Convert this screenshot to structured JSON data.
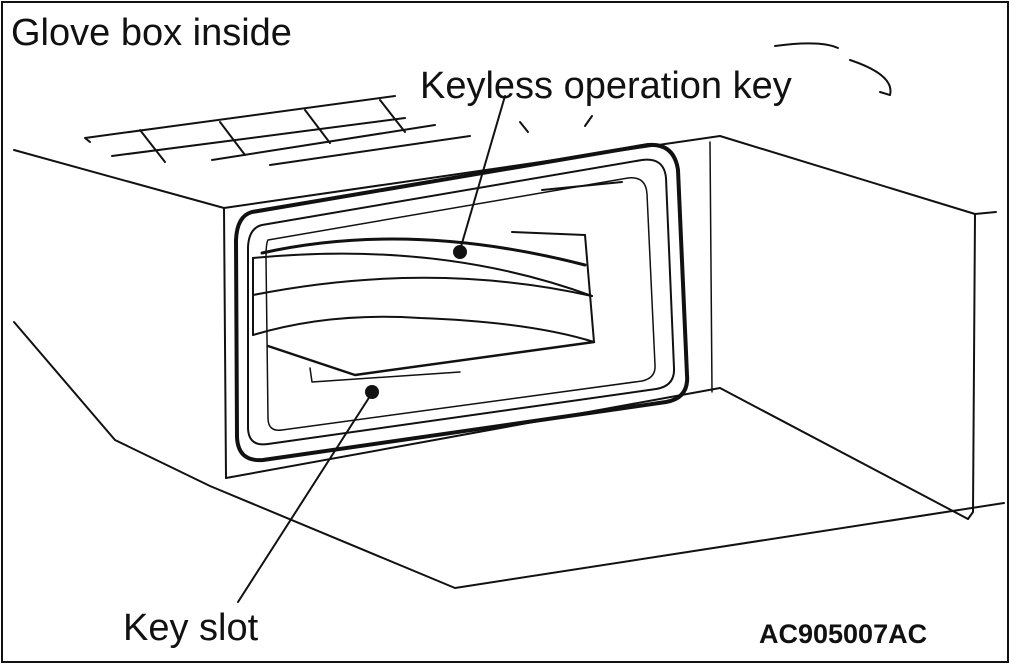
{
  "title": "Glove box inside",
  "callouts": {
    "key": "Keyless operation key",
    "slot": "Key slot"
  },
  "figure_id": "AC905007AC"
}
